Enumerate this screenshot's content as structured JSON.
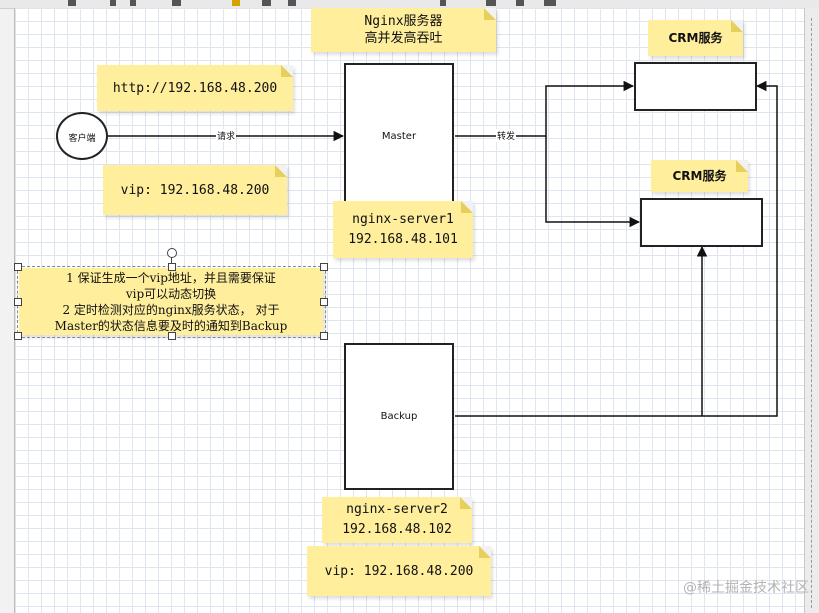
{
  "client": {
    "label": "客户端"
  },
  "edges": {
    "request": "请求",
    "forward": "转发"
  },
  "master": {
    "label": "Master"
  },
  "backup": {
    "label": "Backup"
  },
  "notes": {
    "nginx_title_line1": "Nginx服务器",
    "nginx_title_line2": "高并发高吞吐",
    "crm1": "CRM服务",
    "crm2": "CRM服务",
    "http": "http://192.168.48.200",
    "vip_top": "vip: 192.168.48.200",
    "server1_line1": "nginx-server1",
    "server1_line2": "192.168.48.101",
    "server2_line1": "nginx-server2",
    "server2_line2": "192.168.48.102",
    "vip_bottom": "vip: 192.168.48.200",
    "desc_line1": "1 保证生成一个vip地址，并且需要保证",
    "desc_line2": "vip可以动态切换",
    "desc_line3": "2 定时检测对应的nginx服务状态， 对于",
    "desc_line4": "Master的状态信息要及时的通知到Backup"
  },
  "watermark": "@稀土掘金技术社区"
}
